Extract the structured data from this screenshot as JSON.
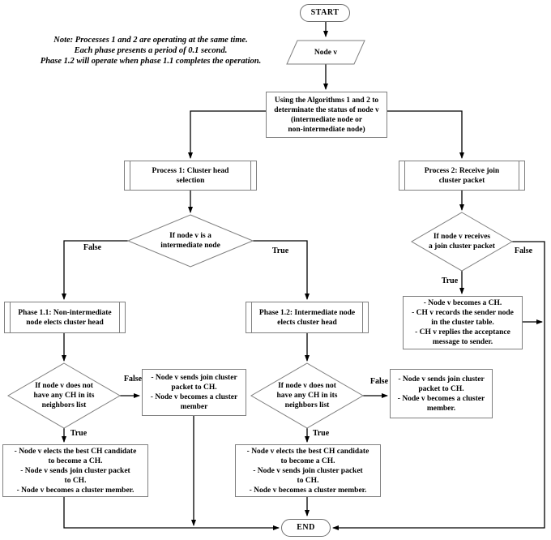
{
  "note": {
    "text": "Note: Processes 1 and 2 are operating at the same time.\nEach phase presents a period of 0.1 second.\nPhase 1.2 will operate when phase 1.1 completes the operation."
  },
  "nodes": {
    "start": {
      "label": "START"
    },
    "node_v": {
      "label": "Node v"
    },
    "algorithm": {
      "text": "Using the Algorithms 1 and 2 to\ndeterminate the status of node v\n(intermediate node or\nnon-intermediate node)"
    },
    "process1": {
      "text": "Process 1: Cluster head\nselection"
    },
    "process2": {
      "text": "Process 2: Receive join\ncluster packet"
    },
    "decision_intermediate": {
      "text": "If node v is a\nintermediate node"
    },
    "decision_receive": {
      "text": "If node v receives\na join cluster packet"
    },
    "phase11": {
      "text": "Phase 1.1: Non-intermediate\nnode elects cluster head"
    },
    "phase12": {
      "text": "Phase 1.2: Intermediate node\nelects cluster head"
    },
    "ch_actions": {
      "text": "- Node v becomes a CH.\n- CH v records the sender node\nin the cluster table.\n- CH v replies the acceptance\nmessage to sender."
    },
    "decision_no_ch_left": {
      "text": "If node v does not\nhave any CH in its\nneighbors list"
    },
    "decision_no_ch_mid": {
      "text": "If node v does not\nhave any CH in its\nneighbors list"
    },
    "send_join_left": {
      "text": "- Node v sends join cluster\npacket to CH.\n- Node v becomes a cluster\nmember"
    },
    "send_join_mid": {
      "text": "- Node v sends join cluster\npacket to CH.\n- Node v becomes a cluster\nmember."
    },
    "elect_ch_left": {
      "text": "- Node v elects the best CH candidate\nto become a CH.\n- Node v sends join cluster packet\nto CH.\n- Node v becomes a cluster member."
    },
    "elect_ch_mid": {
      "text": "- Node v elects the best CH candidate\nto become a CH.\n- Node v sends join cluster packet\nto CH.\n- Node v becomes a cluster member."
    },
    "end": {
      "label": "END"
    }
  },
  "labels": {
    "d1_false": "False",
    "d1_true": "True",
    "dr_true": "True",
    "dr_false": "False",
    "d2_false": "False",
    "d2_true": "True",
    "d3_false": "False",
    "d3_true": "True"
  },
  "colors": {
    "background": "#ffffff",
    "connector_line": "#000000",
    "shape_border": "#7f7f7f",
    "text": "#000000"
  }
}
